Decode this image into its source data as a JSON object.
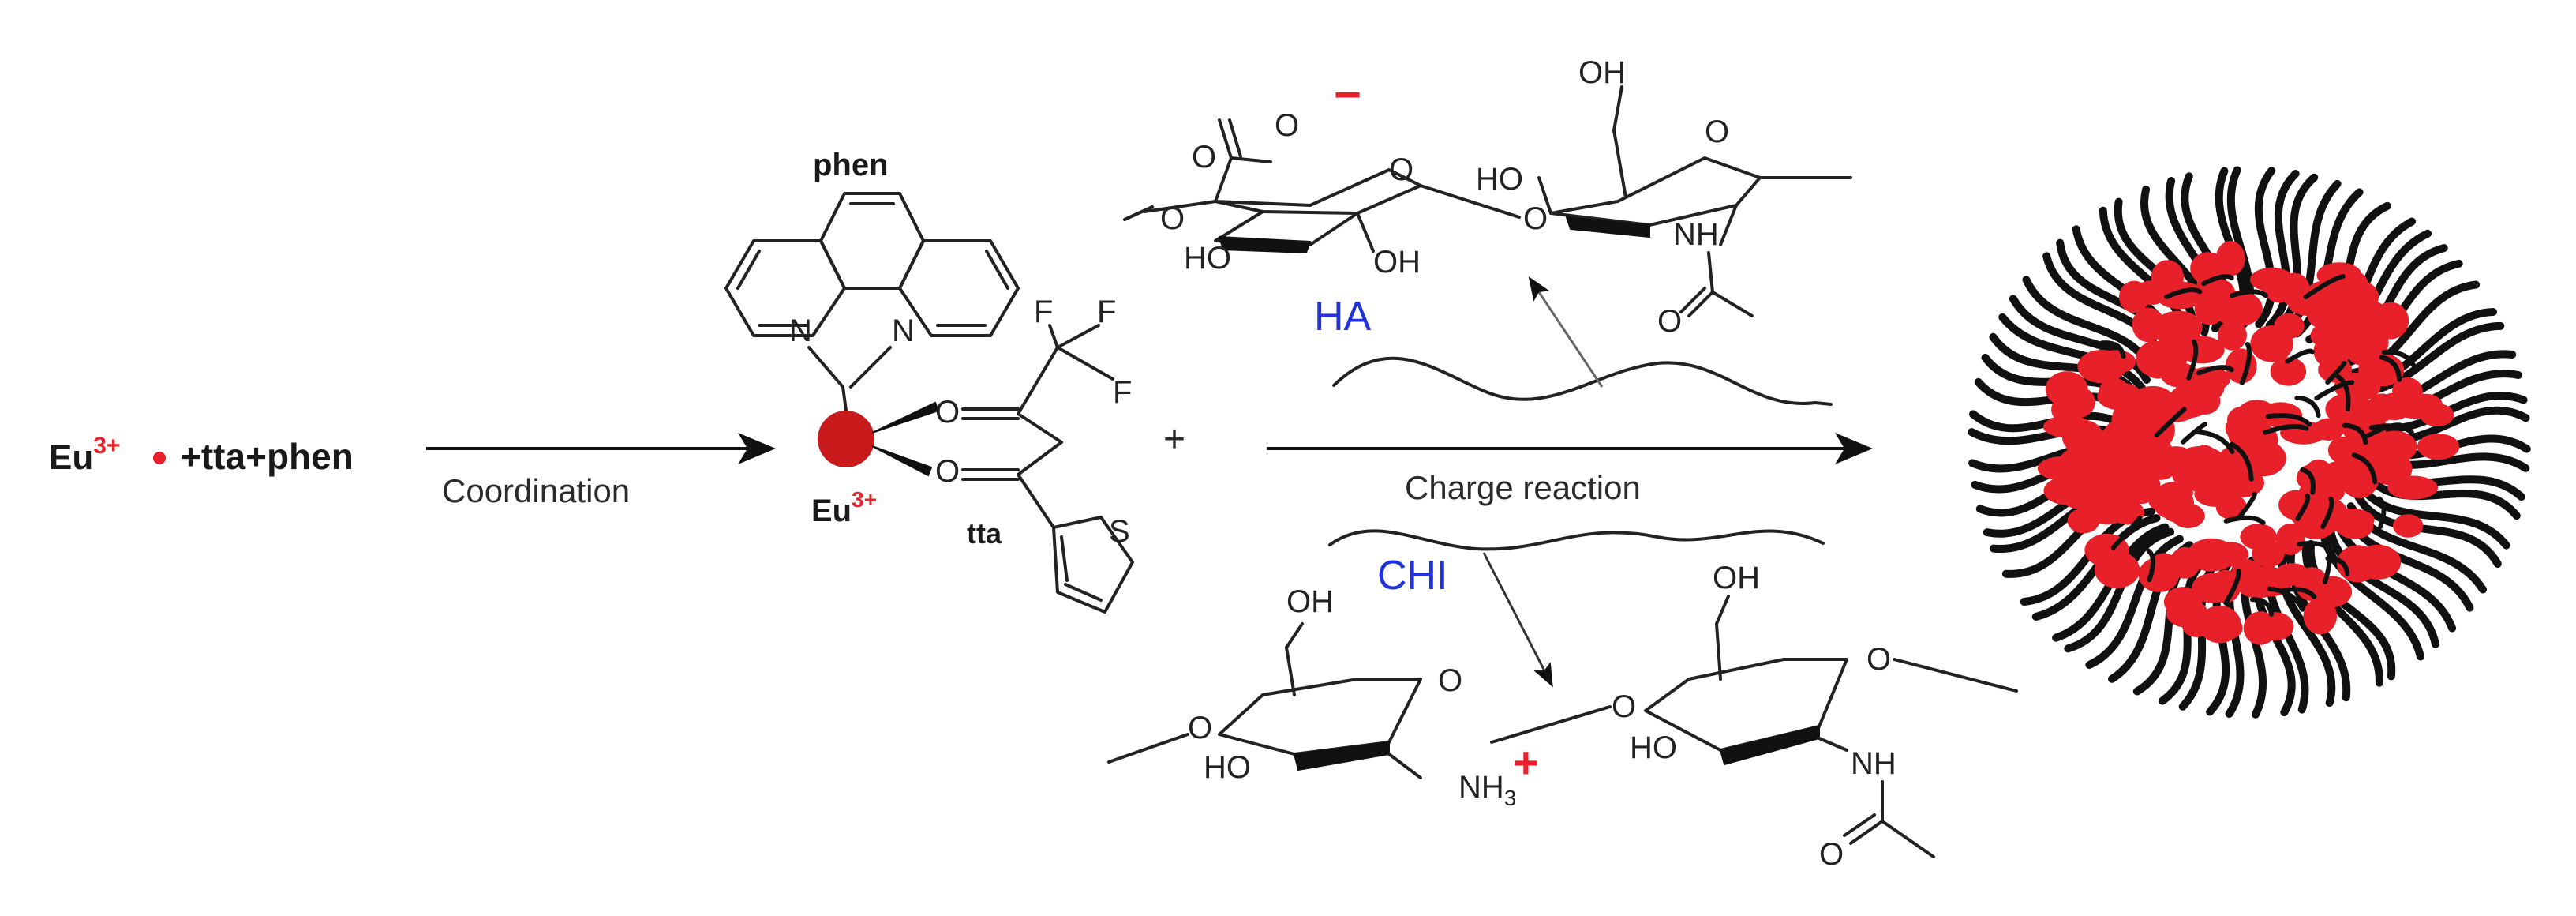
{
  "reactants": {
    "eu": "Eu",
    "eu_charge": "3+",
    "rest": "+tta+phen"
  },
  "step1": {
    "label": "Coordination"
  },
  "complex": {
    "phen_label": "phen",
    "metal": "Eu",
    "metal_charge": "3+",
    "tta_label": "tta",
    "atoms": {
      "N": "N",
      "O": "O",
      "F": "F",
      "S": "S"
    }
  },
  "plus": "+",
  "step2": {
    "label": "Charge reaction"
  },
  "ha": {
    "label": "HA",
    "charge": "−",
    "groups": {
      "OH": "OH",
      "HO": "HO",
      "NH": "NH",
      "O": "O"
    }
  },
  "chi": {
    "label": "CHI",
    "charge": "+",
    "groups": {
      "OH": "OH",
      "HO": "HO",
      "NH": "NH",
      "NH3": "NH",
      "sub3": "3",
      "O": "O"
    }
  },
  "colors": {
    "accent_red": "#e8202a",
    "metal_red": "#c81a1a",
    "label_blue": "#2233dd",
    "line": "#222222"
  }
}
